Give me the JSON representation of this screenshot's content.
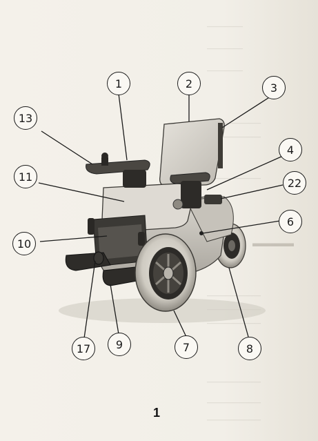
{
  "figure": {
    "callouts": [
      {
        "id": "c1",
        "label": "1"
      },
      {
        "id": "c2",
        "label": "2"
      },
      {
        "id": "c3",
        "label": "3"
      },
      {
        "id": "c13",
        "label": "13"
      },
      {
        "id": "c4",
        "label": "4"
      },
      {
        "id": "c11",
        "label": "11"
      },
      {
        "id": "c22",
        "label": "22"
      },
      {
        "id": "c6",
        "label": "6"
      },
      {
        "id": "c10",
        "label": "10"
      },
      {
        "id": "c17",
        "label": "17"
      },
      {
        "id": "c9",
        "label": "9"
      },
      {
        "id": "c7",
        "label": "7"
      },
      {
        "id": "c8",
        "label": "8"
      }
    ]
  },
  "page_number": "1"
}
